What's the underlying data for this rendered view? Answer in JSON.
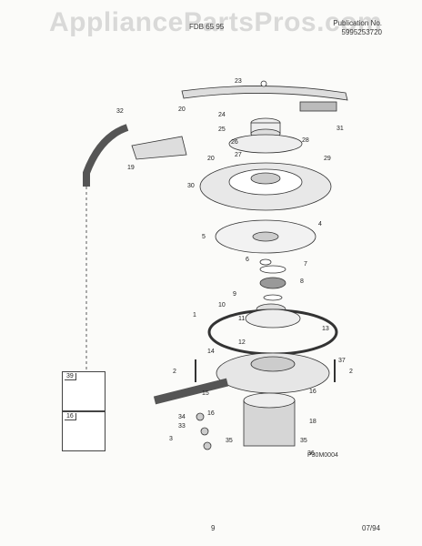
{
  "watermark": "AppliancePartsPros.com",
  "header": {
    "publication_label": "Publication No.",
    "publication_number": "5995253720",
    "model_code": "FDB 65 95"
  },
  "footer": {
    "page_number": "9",
    "date": "07/94"
  },
  "drawing_id": "P30M0004",
  "insets": [
    {
      "label": "39"
    },
    {
      "label": "16"
    }
  ],
  "callouts": [
    "1",
    "2",
    "2",
    "3",
    "4",
    "5",
    "6",
    "7",
    "8",
    "9",
    "10",
    "11",
    "12",
    "13",
    "14",
    "15",
    "16",
    "16",
    "18",
    "19",
    "20",
    "20",
    "23",
    "24",
    "25",
    "26",
    "27",
    "28",
    "29",
    "30",
    "31",
    "32",
    "33",
    "34",
    "35",
    "35",
    "36",
    "37"
  ],
  "colors": {
    "line": "#333333",
    "paper": "#fbfbf9"
  }
}
